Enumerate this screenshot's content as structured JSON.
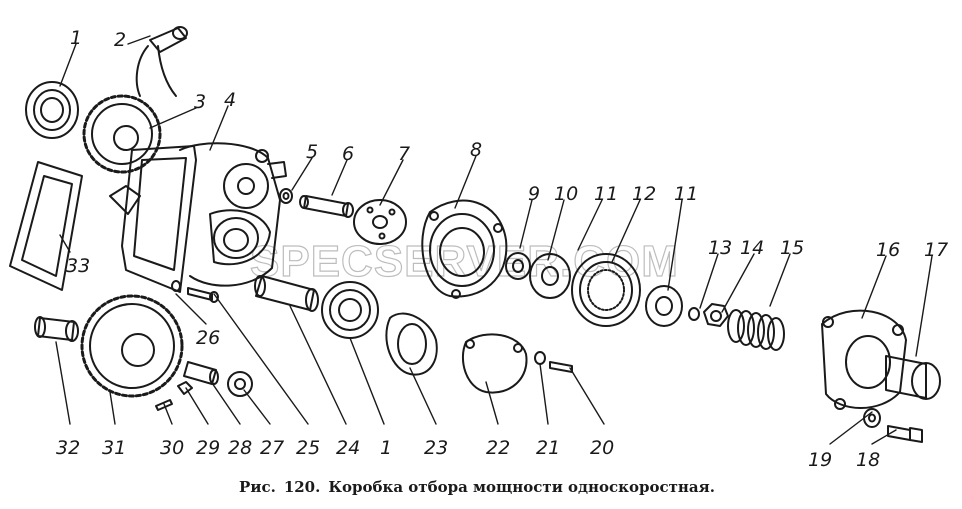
{
  "figure": {
    "caption_prefix": "Рис.",
    "caption_number": "120.",
    "caption_title": "Коробка отбора мощности односкоростная."
  },
  "watermark": "SPECSERVER.COM",
  "colors": {
    "ink": "#1a1a1a",
    "paper": "#ffffff",
    "watermark": "#bdbdbd"
  },
  "labels": {
    "l1a": "1",
    "l2": "2",
    "l3": "3",
    "l4": "4",
    "l5": "5",
    "l6": "6",
    "l7": "7",
    "l8": "8",
    "l9": "9",
    "l10": "10",
    "l11a": "11",
    "l12": "12",
    "l11b": "11",
    "l13": "13",
    "l14": "14",
    "l15": "15",
    "l16": "16",
    "l17": "17",
    "l33": "33",
    "l26": "26",
    "l32": "32",
    "l31": "31",
    "l30": "30",
    "l29": "29",
    "l28": "28",
    "l27": "27",
    "l25": "25",
    "l24": "24",
    "l1b": "1",
    "l23": "23",
    "l22": "22",
    "l21": "21",
    "l20": "20",
    "l19": "19",
    "l18": "18"
  }
}
